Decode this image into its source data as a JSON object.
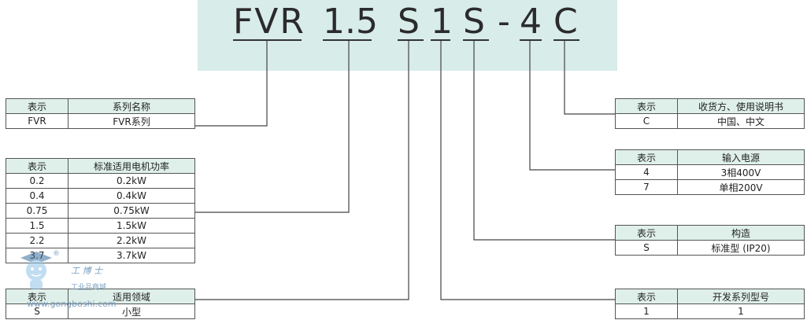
{
  "model_code": {
    "parts": [
      "FVR",
      "1.5",
      "S",
      "1",
      "S",
      "-",
      "4",
      "C"
    ]
  },
  "tables": {
    "series": {
      "header": [
        "表示",
        "系列名称"
      ],
      "rows": [
        [
          "FVR",
          "FVR系列"
        ]
      ]
    },
    "motor": {
      "header": [
        "表示",
        "标准适用电机功率"
      ],
      "rows": [
        [
          "0.2",
          "0.2kW"
        ],
        [
          "0.4",
          "0.4kW"
        ],
        [
          "0.75",
          "0.75kW"
        ],
        [
          "1.5",
          "1.5kW"
        ],
        [
          "2.2",
          "2.2kW"
        ],
        [
          "3.7",
          "3.7kW"
        ]
      ]
    },
    "field": {
      "header": [
        "表示",
        "适用领域"
      ],
      "rows": [
        [
          "S",
          "小型"
        ]
      ]
    },
    "destination": {
      "header": [
        "表示",
        "收货方、使用说明书"
      ],
      "rows": [
        [
          "C",
          "中国、中文"
        ]
      ]
    },
    "power": {
      "header": [
        "表示",
        "输入电源"
      ],
      "rows": [
        [
          "4",
          "3相400V"
        ],
        [
          "7",
          "单相200V"
        ]
      ]
    },
    "structure": {
      "header": [
        "表示",
        "构造"
      ],
      "rows": [
        [
          "S",
          "标准型 (IP20)"
        ]
      ]
    },
    "dev_series": {
      "header": [
        "表示",
        "开发系列型号"
      ],
      "rows": [
        [
          "1",
          "1"
        ]
      ]
    }
  },
  "watermark": {
    "line1": "工 博 士",
    "line2": "工业品商城",
    "line3": "www.gongboshi.com",
    "registered": "®"
  }
}
